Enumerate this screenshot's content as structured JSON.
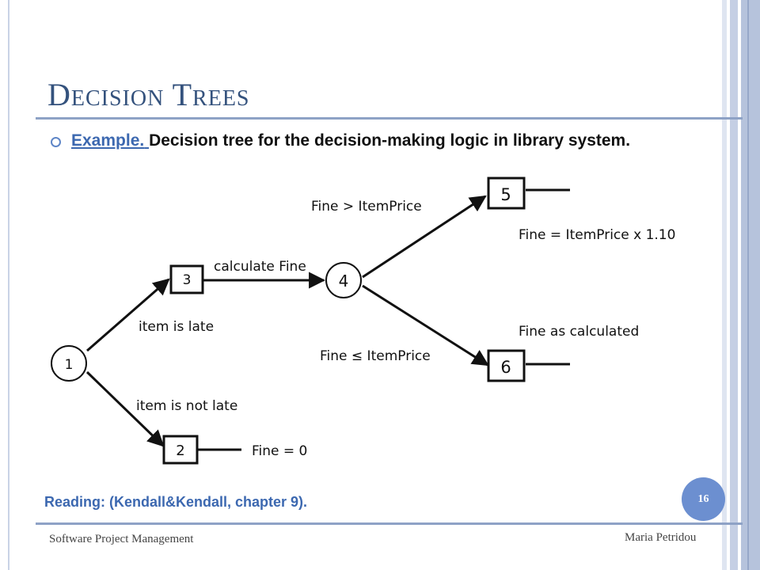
{
  "slide": {
    "title": "Decision Trees",
    "example_label": "Example.",
    "description": "Decision tree for the decision-making logic in library system.",
    "reading": "Reading: (Kendall&Kendall, chapter 9).",
    "page_number": "16",
    "footer_left": "Software Project Management",
    "footer_right": "Maria Petridou"
  },
  "diagram": {
    "nodes": {
      "n1": "1",
      "n2": "2",
      "n3": "3",
      "n4": "4",
      "n5": "5",
      "n6": "6"
    },
    "labels": {
      "item_late": "item is late",
      "item_not_late": "item is not late",
      "calculate_fine": "calculate Fine",
      "fine_gt": "Fine > ItemPrice",
      "fine_le": "Fine ≤ ItemPrice",
      "action_5": "Fine = ItemPrice x 1.10",
      "action_6": "Fine as calculated",
      "action_2": "Fine = 0"
    }
  }
}
